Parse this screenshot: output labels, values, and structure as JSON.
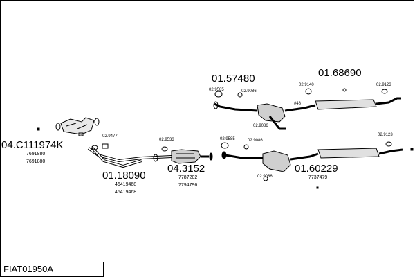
{
  "diagram_code": "FIAT01950A",
  "parts": {
    "manifold": {
      "number": "04.C111974K",
      "refs": [
        "7691880",
        "7691880"
      ]
    },
    "front_pipe": {
      "number": "01.18090",
      "refs": [
        "46419468",
        "46419468"
      ]
    },
    "catalyst": {
      "number": "04.3152",
      "refs": [
        "7787202",
        "7794796"
      ]
    },
    "middle_upper": {
      "number": "01.57480"
    },
    "rear_upper": {
      "number": "01.68690"
    },
    "middle_lower": {
      "number": "01.60229",
      "refs": [
        "7737479"
      ]
    }
  },
  "fittings": {
    "f1": "02.9477",
    "f2": "02.9533",
    "f3": "02.9585",
    "f4": "02.9086",
    "f5": "02.9140",
    "f6": "02.9123",
    "f7": "02.9086",
    "f8": "02.9585",
    "f9": "02.9086",
    "f10": "02.9086",
    "f11": "02.9123",
    "f12": "#48"
  }
}
